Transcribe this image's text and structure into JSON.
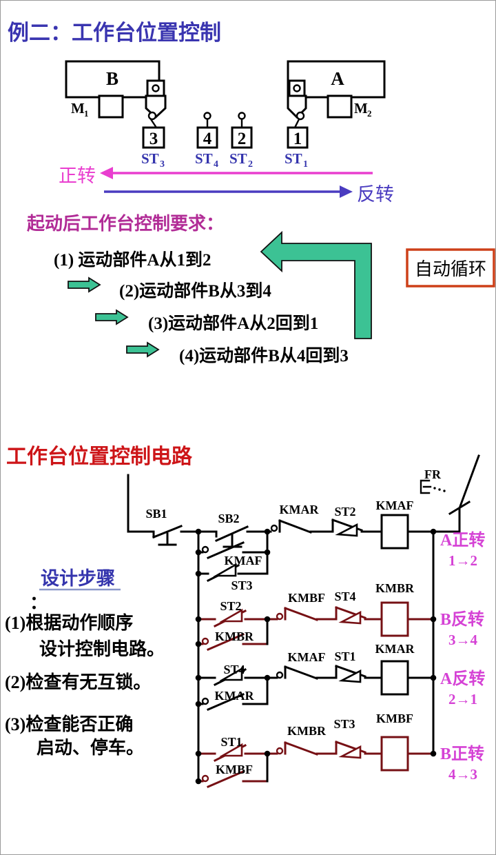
{
  "title": "例二：工作台位置控制",
  "mech": {
    "block_b": "B",
    "block_a": "A",
    "motor1_base": "M",
    "motor1_sub": "1",
    "motor2_base": "M",
    "motor2_sub": "2",
    "pos3": "3",
    "pos4": "4",
    "pos2": "2",
    "pos1": "1",
    "st3_base": "ST",
    "st3_sub": "3",
    "st4_base": "ST",
    "st4_sub": "4",
    "st2_base": "ST",
    "st2_sub": "2",
    "st1_base": "ST",
    "st1_sub": "1",
    "forward": "正转",
    "reverse": "反转"
  },
  "requirements": {
    "heading": "起动后工作台控制要求：",
    "item1": "(1) 运动部件A从1到2",
    "item2": "(2)运动部件B从3到4",
    "item3": "(3)运动部件A从2回到1",
    "item4": "(4)运动部件B从4回到3",
    "auto_cycle": "自动循环"
  },
  "circuit": {
    "heading": "工作台位置控制电路",
    "fr": "FR",
    "sb1": "SB1",
    "sb2": "SB2",
    "kmar_nc": "KMAR",
    "st2_row1": "ST2",
    "kmaf_coil": "KMAF",
    "kmaf_hold": "KMAF",
    "st3_start": "ST3",
    "st2_row2": "ST2",
    "kmbf_nc": "KMBF",
    "st4_row2": "ST4",
    "kmbr_coil": "KMBR",
    "kmbr_hold": "KMBR",
    "st4_row3": "ST4",
    "kmaf_nc": "KMAF",
    "st1_row3": "ST1",
    "kmar_coil": "KMAR",
    "kmar_hold": "KMAR",
    "st1_row4": "ST1",
    "kmbr_nc": "KMBR",
    "st3_row4": "ST3",
    "kmbf_coil": "KMBF",
    "kmbf_hold": "KMBF",
    "out1_line1": "A正转",
    "out1_line2": "1→2",
    "out2_line1": "B反转",
    "out2_line2": "3→4",
    "out3_line1": "A反转",
    "out3_line2": "2→1",
    "out4_line1": "B正转",
    "out4_line2": "4→3"
  },
  "design": {
    "heading": "设计步骤",
    "colon": "：",
    "step1_line1": "(1)根据动作顺序",
    "step1_line2": "设计控制电路。",
    "step2": "(2)检查有无互锁。",
    "step3_line1": "(3)检查能否正确",
    "step3_line2": "启动、停车。"
  },
  "colors": {
    "title_blue": "#3a35b0",
    "st_blue": "#3434ad",
    "heading_magenta": "#b12b96",
    "arrow_magenta": "#e93ecf",
    "arrow_indigo": "#4a3cc0",
    "green_arrow": "#3cc294",
    "auto_box_red": "#cd4019",
    "red_title": "#cd1518",
    "circuit_dark_red": "#761014",
    "output_magenta": "#d542d5"
  }
}
